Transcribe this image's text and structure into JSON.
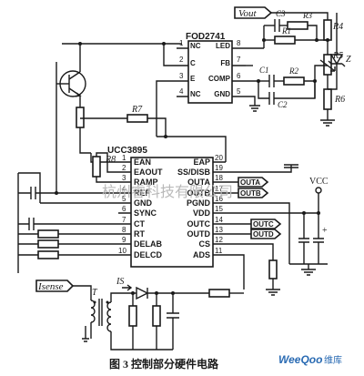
{
  "ic_top": {
    "name": "FOD2741",
    "pins": [
      {
        "num": "1",
        "label": "NC"
      },
      {
        "num": "2",
        "label": "C"
      },
      {
        "num": "3",
        "label": "E"
      },
      {
        "num": "4",
        "label": "NC"
      },
      {
        "num": "5",
        "label": "GND"
      },
      {
        "num": "6",
        "label": "COMP"
      },
      {
        "num": "7",
        "label": "FB"
      },
      {
        "num": "8",
        "label": "LED"
      }
    ]
  },
  "ic_main": {
    "name": "UCC3895",
    "left_pins": [
      {
        "num": "1",
        "label": "EAN"
      },
      {
        "num": "2",
        "label": "EAOUT"
      },
      {
        "num": "3",
        "label": "RAMP"
      },
      {
        "num": "4",
        "label": "REF"
      },
      {
        "num": "5",
        "label": "GND"
      },
      {
        "num": "6",
        "label": "SYNC"
      },
      {
        "num": "7",
        "label": "CT"
      },
      {
        "num": "8",
        "label": "RT"
      },
      {
        "num": "9",
        "label": "DELAB"
      },
      {
        "num": "10",
        "label": "DELCD"
      }
    ],
    "right_pins": [
      {
        "num": "20",
        "label": "EAP"
      },
      {
        "num": "19",
        "label": "SS/DISB"
      },
      {
        "num": "18",
        "label": "OUTA"
      },
      {
        "num": "17",
        "label": "OUTB"
      },
      {
        "num": "16",
        "label": "PGND"
      },
      {
        "num": "15",
        "label": "VDD"
      },
      {
        "num": "14",
        "label": "OUTC"
      },
      {
        "num": "13",
        "label": "OUTD"
      },
      {
        "num": "12",
        "label": "CS"
      },
      {
        "num": "11",
        "label": "ADS"
      }
    ]
  },
  "nets": {
    "vout": "Vout",
    "vcc": "VCC",
    "isense": "Isense",
    "outa": "OUTA",
    "outb": "OUTB",
    "outc": "OUTC",
    "outd": "OUTD"
  },
  "components": {
    "r1": "R1",
    "r2": "R2",
    "r3": "R3",
    "r4": "R4",
    "r5": "R5",
    "r6": "R6",
    "r7": "R7",
    "r8": "R8",
    "c1": "C1",
    "c2": "C2",
    "c3": "C3",
    "z": "Z",
    "t": "T",
    "is": "IS",
    "plus": "+"
  },
  "caption": "图 3  控制部分硬件电路",
  "watermark": "杭州睿科技有限公司",
  "logo": {
    "brand": "WeeQoo",
    "suffix": "维库"
  }
}
